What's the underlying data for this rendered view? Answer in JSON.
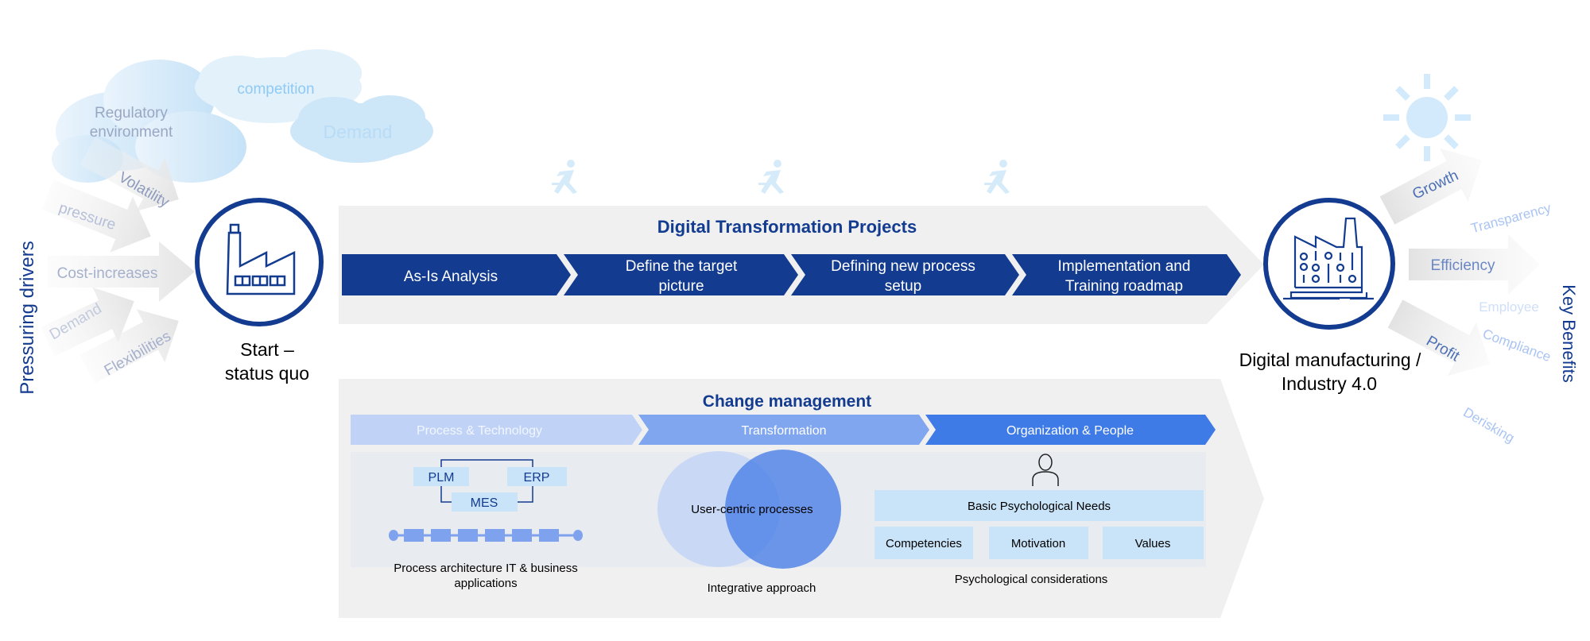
{
  "left": {
    "title": "Pressuring drivers",
    "clouds": [
      "Regulatory",
      "environment",
      "competition",
      "Demand"
    ],
    "arrows": [
      "Volatility",
      "pressure",
      "Cost-increases",
      "Demand",
      "Flexibilities"
    ],
    "start_line1": "Start –",
    "start_line2": "status quo"
  },
  "projects": {
    "title": "Digital Transformation Projects",
    "steps": [
      {
        "line1": "As-Is Analysis",
        "line2": ""
      },
      {
        "line1": "Define the target",
        "line2": "picture"
      },
      {
        "line1": "Defining new process",
        "line2": "setup"
      },
      {
        "line1": "Implementation and",
        "line2": "Training roadmap"
      }
    ]
  },
  "change": {
    "title": "Change management",
    "phases": [
      "Process & Technology",
      "Transformation",
      "Organization & People"
    ],
    "systems": [
      "PLM",
      "ERP",
      "MES"
    ],
    "process_caption1": "Process architecture IT & business",
    "process_caption2": "applications",
    "venn_label": "User-centric processes",
    "venn_caption": "Integrative approach",
    "needs_title": "Basic Psychological Needs",
    "needs": [
      "Competencies",
      "Motivation",
      "Values"
    ],
    "psych_caption": "Psychological considerations"
  },
  "right": {
    "target_line1": "Digital manufacturing /",
    "target_line2": "Industry 4.0",
    "title": "Key Benefits",
    "arrows": [
      "Growth",
      "Efficiency",
      "Profit"
    ],
    "faded": [
      "Transparency",
      "Employee",
      "Compliance",
      "Derisking"
    ]
  },
  "colors": {
    "navy": "#133b8f",
    "blue": "#4a7fe0",
    "light_blue": "#c9e4f8",
    "gray": "#f0f0f0"
  }
}
